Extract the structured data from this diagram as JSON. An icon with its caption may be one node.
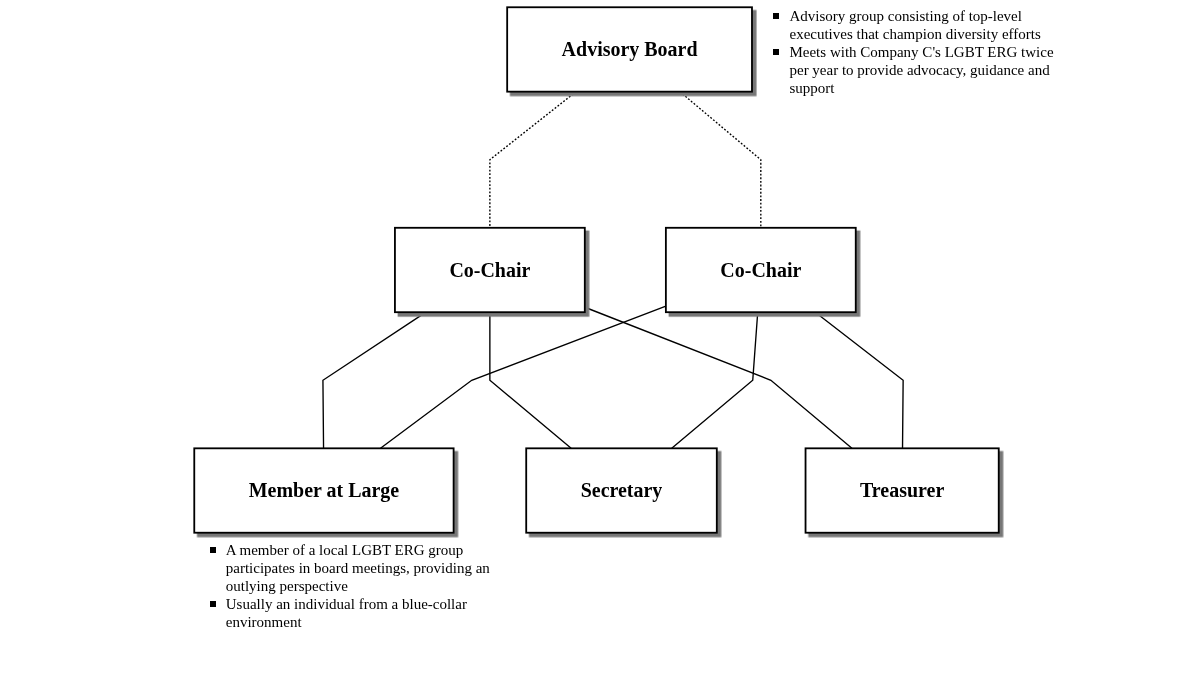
{
  "diagram": {
    "nodes": [
      {
        "text": [
          "Advisory Board"
        ],
        "beside": [
          "Advisory group consisting of top-level executives that champion diversity efforts",
          "Meets with Company C's LGBT ERG twice per year to provide advocacy, guidance and support"
        ]
      },
      {
        "text": [
          "Co-Chair"
        ]
      },
      {
        "text": [
          "Co-Chair"
        ]
      },
      {
        "text": [
          "Member at Large"
        ],
        "beside": [
          "A member of a local LGBT ERG group participates in board meetings, providing an outlying perspective",
          "Usually an individual from a blue-collar environment"
        ]
      },
      {
        "text": [
          "Secretary"
        ]
      },
      {
        "text": [
          "Treasurer"
        ]
      }
    ],
    "edges": [
      {
        "from": 0,
        "to": 1,
        "arrow": "none",
        "style": "dashed"
      },
      {
        "from": 0,
        "to": 2,
        "arrow": "none",
        "style": "dashed"
      },
      {
        "from": 1,
        "to": 3,
        "arrow": "none"
      },
      {
        "from": 1,
        "to": 4,
        "arrow": "none"
      },
      {
        "from": 1,
        "to": 5,
        "arrow": "none"
      },
      {
        "from": 2,
        "to": 3,
        "arrow": "none"
      },
      {
        "from": 2,
        "to": 4,
        "arrow": "none"
      },
      {
        "from": 2,
        "to": 5,
        "arrow": "none"
      }
    ]
  }
}
